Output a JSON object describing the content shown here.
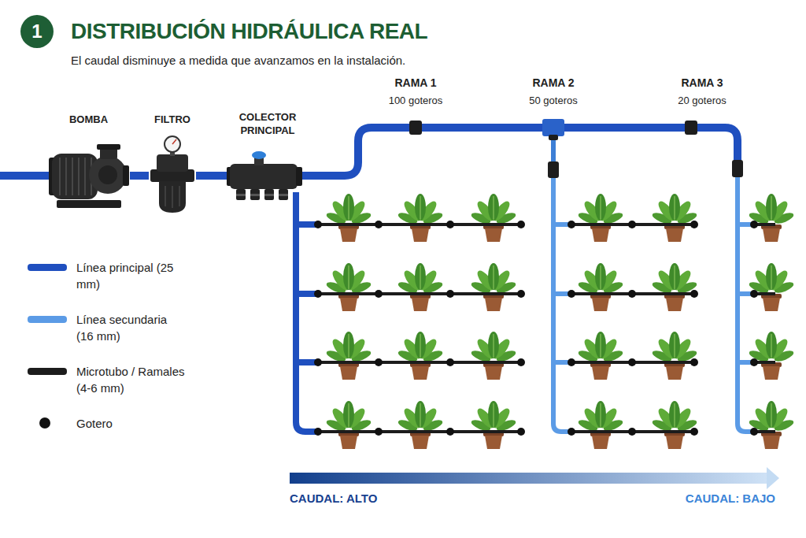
{
  "diagram": {
    "title": "DISTRIBUCIÓN HIDRÁULICA REAL",
    "nodes": [
      {
        "text": [
          "BOMBA"
        ]
      },
      {
        "text": [
          "FILTRO"
        ]
      },
      {
        "text": [
          "COLECTOR PRINCIPAL"
        ]
      }
    ],
    "edges": [
      {
        "from": 0,
        "to": 1,
        "arrow": "none"
      },
      {
        "from": 1,
        "to": 2,
        "arrow": "none"
      }
    ],
    "labels": [
      "1",
      "El caudal disminuye a medida que avanzamos en la instalación.",
      "RAMA 1",
      "100 goteros",
      "RAMA 2",
      "50 goteros",
      "RAMA 3",
      "20 goteros",
      "CAUDAL: ALTO",
      "CAUDAL: BAJO"
    ],
    "legend": [
      {
        "text": "Línea principal (25 mm)",
        "color": "#1f4fbf"
      },
      {
        "text": "Línea secundaria (16 mm)",
        "color": "#5b9be6"
      },
      {
        "text": "Microtubo / Ramales (4-6 mm)",
        "color": "#1c1c1c"
      },
      {
        "text": "Gotero"
      }
    ]
  }
}
